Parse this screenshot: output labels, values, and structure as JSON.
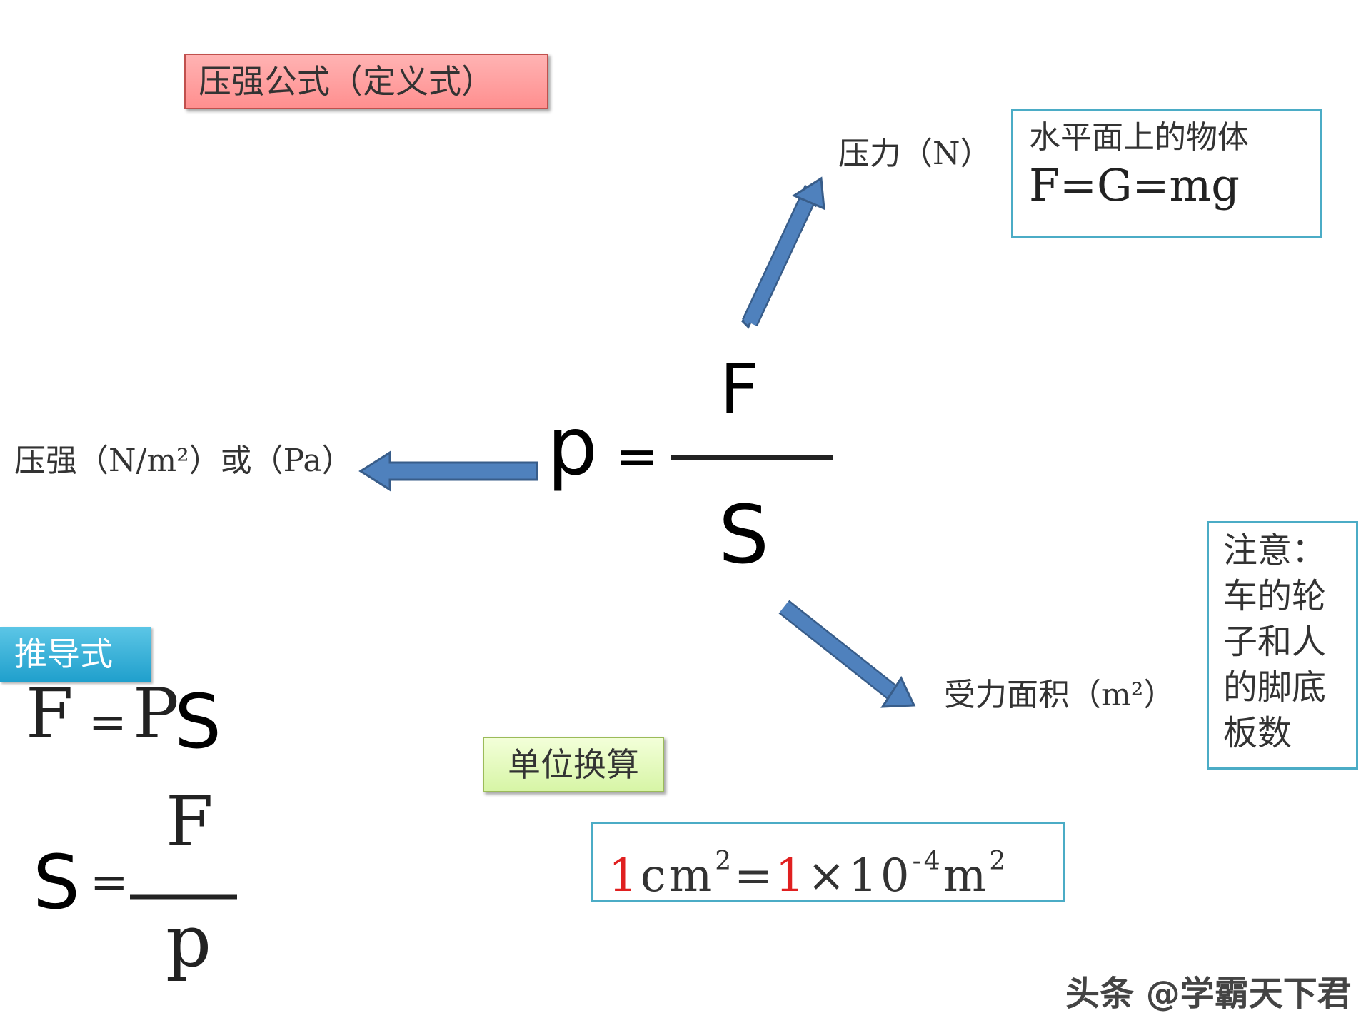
{
  "title": "压强公式（定义式）",
  "main_formula": {
    "p": "p",
    "equals": "=",
    "numerator": "F",
    "denominator": "S"
  },
  "labels": {
    "pressure": "压强（N/m²）或（Pa）",
    "force": "压力（N）",
    "area": "受力面积（m²）"
  },
  "force_box": {
    "line1": "水平面上的物体",
    "line2": "F=G=mg"
  },
  "note_box": {
    "lines": [
      "注意：",
      "车的轮",
      "子和人",
      "的脚底",
      "板数"
    ]
  },
  "derive": {
    "title": "推导式",
    "formula1": {
      "lhs": "F",
      "eq": "=",
      "p": "P",
      "s": "S"
    },
    "formula2": {
      "lhs": "S",
      "eq": "=",
      "numerator": "F",
      "denominator": "p"
    }
  },
  "unit_conversion": {
    "title": "单位换算",
    "one_a": "1",
    "cm": "cm",
    "sq1": "2",
    "eq": "=",
    "one_b": "1",
    "times": "×10",
    "exp": "-4",
    "m": "m",
    "sq2": "2"
  },
  "watermark": "头条 @学霸天下君",
  "colors": {
    "arrow": "#4f81bd",
    "arrow_border": "#385d8a",
    "teal": "#4bacc6",
    "red": "#e02020"
  }
}
